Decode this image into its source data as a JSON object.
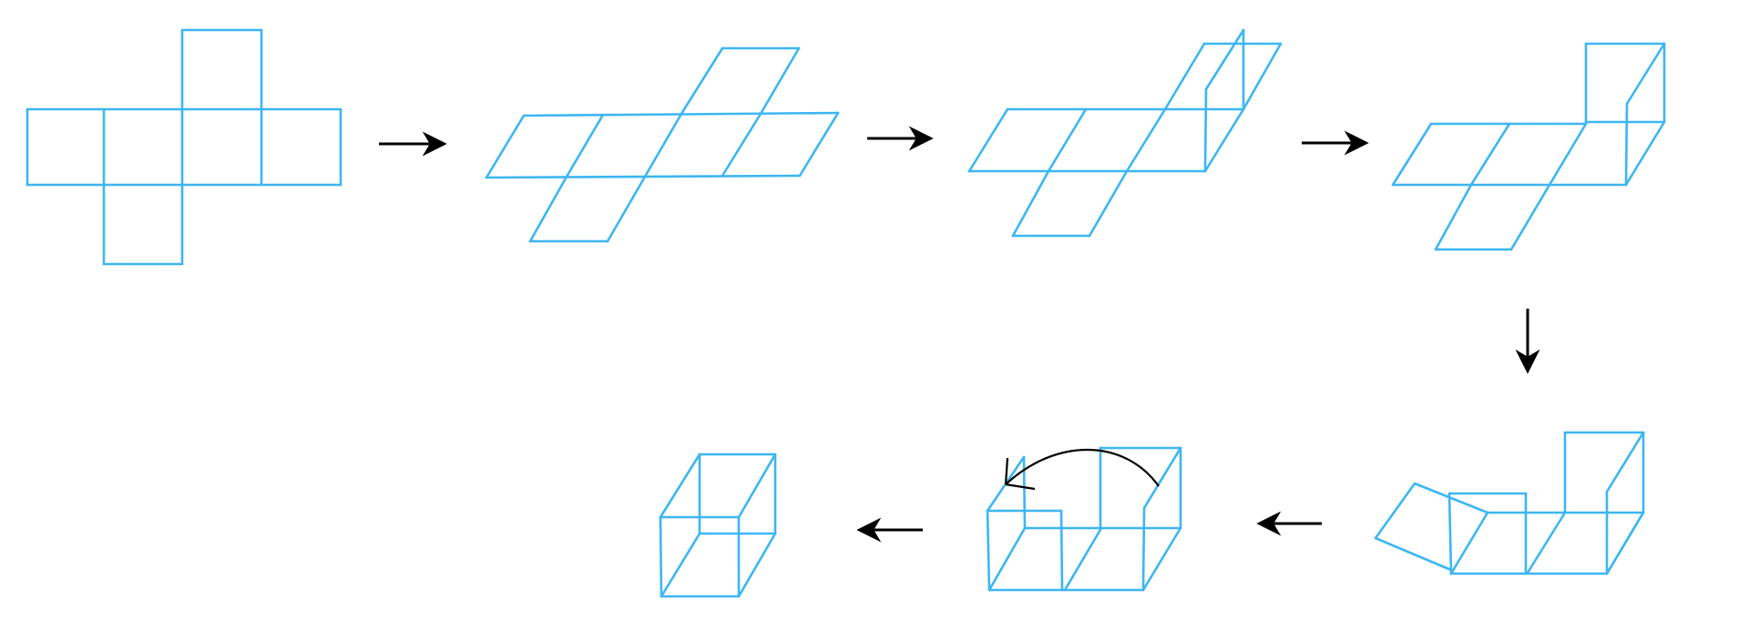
{
  "diagram": {
    "description_visible_text": [],
    "colors": {
      "net_stroke": "#3db6f2",
      "arrow": "#000000",
      "background": "#ffffff"
    },
    "steps": [
      {
        "id": "step-1-flat-cross-net"
      },
      {
        "id": "step-2-net-skewed"
      },
      {
        "id": "step-3-right-face-raised"
      },
      {
        "id": "step-4-top-face-raised"
      },
      {
        "id": "step-5-left-flap-folding"
      },
      {
        "id": "step-6-rotating-flap"
      },
      {
        "id": "step-7-closed-cube"
      }
    ],
    "transitions": [
      {
        "from": 1,
        "to": 2,
        "direction": "right"
      },
      {
        "from": 2,
        "to": 3,
        "direction": "right"
      },
      {
        "from": 3,
        "to": 4,
        "direction": "right"
      },
      {
        "from": 4,
        "to": 5,
        "direction": "down"
      },
      {
        "from": 5,
        "to": 6,
        "direction": "left"
      },
      {
        "from": 6,
        "to": 7,
        "direction": "left"
      }
    ]
  }
}
